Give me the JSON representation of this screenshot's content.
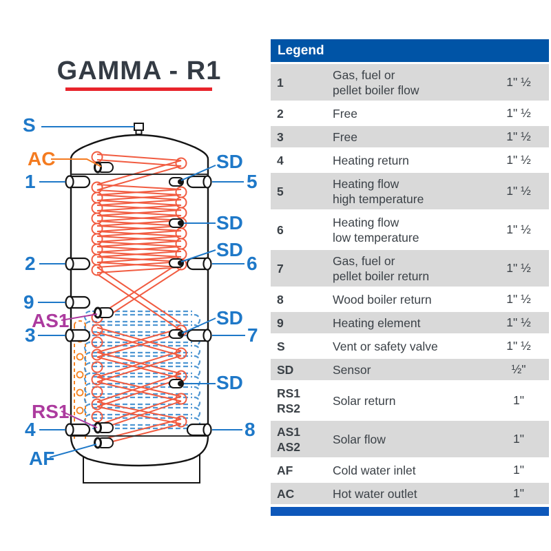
{
  "title": "GAMMA - R1",
  "colors": {
    "label_blue": "#1e78c8",
    "label_orange": "#f47b20",
    "label_purple": "#ac3a9e",
    "coil_red": "#f15b40",
    "coil_blue": "#4e96d2",
    "coil_orange_dashed": "#f58220",
    "header_blue": "#0054a6",
    "footer_blue": "#0d57ba",
    "row_gray": "#d9d9d9",
    "title_underline_red": "#e8242c"
  },
  "diagram": {
    "labels": {
      "s": "S",
      "ac": "AC",
      "n1": "1",
      "n2": "2",
      "n9": "9",
      "as1": "AS1",
      "n3": "3",
      "rs1": "RS1",
      "n4": "4",
      "af": "AF",
      "sd": "SD",
      "n5": "5",
      "n6": "6",
      "n7": "7",
      "n8": "8"
    }
  },
  "legend": {
    "header": "Legend",
    "rows": [
      {
        "code": "1",
        "desc": "Gas, fuel or\npellet boiler flow",
        "size": "1\" ½"
      },
      {
        "code": "2",
        "desc": "Free",
        "size": "1\" ½"
      },
      {
        "code": "3",
        "desc": "Free",
        "size": "1\" ½"
      },
      {
        "code": "4",
        "desc": "Heating return",
        "size": "1\" ½"
      },
      {
        "code": "5",
        "desc": "Heating flow\nhigh temperature",
        "size": "1\" ½"
      },
      {
        "code": "6",
        "desc": "Heating flow\nlow temperature",
        "size": "1\" ½"
      },
      {
        "code": "7",
        "desc": "Gas, fuel or\npellet boiler return",
        "size": "1\" ½"
      },
      {
        "code": "8",
        "desc": "Wood boiler return",
        "size": "1\" ½"
      },
      {
        "code": "9",
        "desc": "Heating element",
        "size": "1\" ½"
      },
      {
        "code": "S",
        "desc": "Vent or safety valve",
        "size": "1\" ½"
      },
      {
        "code": "SD",
        "desc": "Sensor",
        "size": "½\""
      },
      {
        "code": "RS1\nRS2",
        "desc": "Solar return",
        "size": "1\""
      },
      {
        "code": "AS1\nAS2",
        "desc": "Solar flow",
        "size": "1\""
      },
      {
        "code": "AF",
        "desc": "Cold water inlet",
        "size": "1\""
      },
      {
        "code": "AC",
        "desc": "Hot water outlet",
        "size": "1\""
      }
    ]
  }
}
